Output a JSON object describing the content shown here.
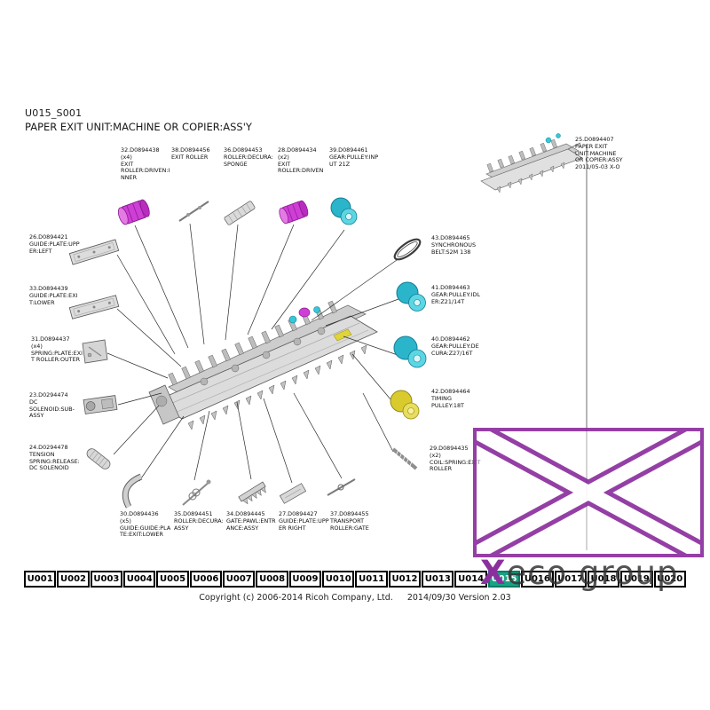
{
  "header": {
    "doc_id": "U015_S001",
    "title": "PAPER EXIT UNIT:MACHINE OR COPIER:ASS'Y"
  },
  "parts": {
    "p32": {
      "code": "32.D0894438",
      "qty": "(x4)",
      "desc": "EXIT ROLLER:DRIVEN:INNER"
    },
    "p38": {
      "code": "38.D0894456",
      "desc": "EXIT ROLLER"
    },
    "p36": {
      "code": "36.D0894453",
      "desc": "ROLLER:DECURA:SPONGE"
    },
    "p28": {
      "code": "28.D0894434",
      "qty": "(x2)",
      "desc": "EXIT ROLLER:DRIVEN"
    },
    "p39": {
      "code": "39.D0894461",
      "desc": "GEAR:PULLEY:INPUT 21Z"
    },
    "p25": {
      "code": "25.D0894407",
      "desc": "PAPER EXIT UNIT:MACHINE OR COPIER:ASSY",
      "note": "2011/05-03 X-O"
    },
    "p26": {
      "code": "26.D0894421",
      "desc": "GUIDE:PLATE:UPPER:LEFT"
    },
    "p33": {
      "code": "33.D0894439",
      "desc": "GUIDE:PLATE:EXIT:LOWER"
    },
    "p31": {
      "code": "31.D0894437",
      "qty": "(x4)",
      "desc": "SPRING:PLATE:EXIT ROLLER:OUTER"
    },
    "p23": {
      "code": "23.D0294474",
      "desc": "DC SOLENOID:SUB-ASSY"
    },
    "p24": {
      "code": "24.D0294478",
      "desc": "TENSION SPRING:RELEASE:DC SOLENOID"
    },
    "p43": {
      "code": "43.D0894465",
      "desc": "SYNCHRONOUS BELT:S2M 138"
    },
    "p41": {
      "code": "41.D0894463",
      "desc": "GEAR:PULLEY:IDLER:Z21/14T"
    },
    "p40": {
      "code": "40.D0894462",
      "desc": "GEAR:PULLEY:DECURA:Z27/16T"
    },
    "p42": {
      "code": "42.D0894464",
      "desc": "TIMING PULLEY:18T"
    },
    "p29": {
      "code": "29.D0894435",
      "qty": "(x2)",
      "desc": "COIL:SPRING:EXIT ROLLER"
    },
    "p30": {
      "code": "30.D0894436",
      "qty": "(x5)",
      "desc": "GUIDE:GUIDE:PLATE:EXIT:LOWER"
    },
    "p35": {
      "code": "35.D0894451",
      "desc": "ROLLER:DECURA:ASSY"
    },
    "p34": {
      "code": "34.D0894445",
      "desc": "GATE:PAWL:ENTRANCE:ASSY"
    },
    "p27": {
      "code": "27.D0894427",
      "desc": "GUIDE:PLATE:UPPER RIGHT"
    },
    "p37": {
      "code": "37.D0894455",
      "desc": "TRANSPORT ROLLER:GATE"
    }
  },
  "tabs": [
    "U001",
    "U002",
    "U003",
    "U004",
    "U005",
    "U006",
    "U007",
    "U008",
    "U009",
    "U010",
    "U011",
    "U012",
    "U013",
    "U014",
    "U015",
    "U016",
    "U017",
    "U018",
    "U019",
    "U020"
  ],
  "active_tab": "U015",
  "footer": {
    "copyright": "Copyright (c) 2006-2014 Ricoh Company, Ltd.",
    "version": "2014/09/30 Version 2.03"
  },
  "watermark": {
    "x_letter": "X",
    "rest": "eco group"
  },
  "colors": {
    "active_tab_teal": "#18a383",
    "part_magenta": "#cf3fd6",
    "part_cyan": "#2bb5cb",
    "part_yellow": "#d9cb2e",
    "watermark_purple": "#8b2f9e"
  }
}
